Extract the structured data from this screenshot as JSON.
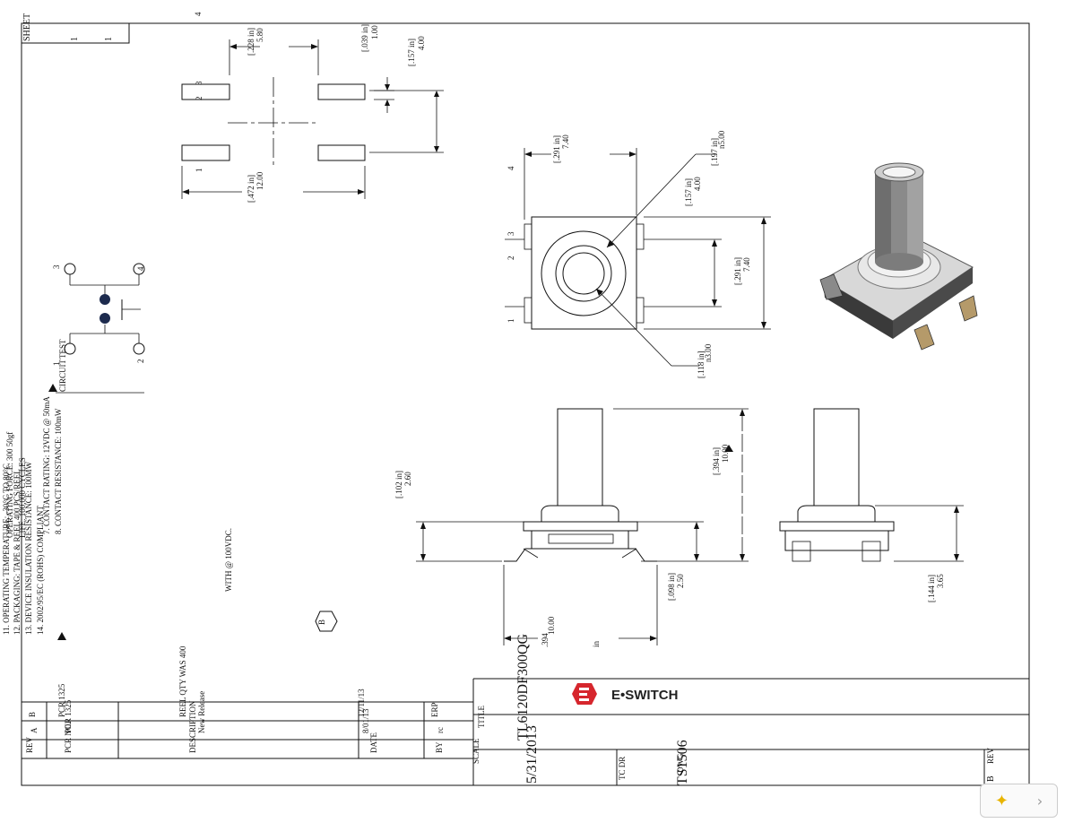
{
  "sheet": {
    "sheet_label": "SHEET",
    "sheet_num": "1",
    "sheet_of": "1",
    "corner_mark": "4"
  },
  "pcb_layout": {
    "pad_labels": [
      "3",
      "2",
      "1"
    ],
    "dim_width_in": "[.228 in]",
    "dim_width_mm": "5.80",
    "dim_gap_in": "[.039 in]",
    "dim_gap_mm": "1.00",
    "dim_height_in": "[.157 in]",
    "dim_height_mm": "4.00",
    "dim_total_in": "[.472 in]",
    "dim_total_mm": "12.00"
  },
  "top_view": {
    "pin_labels": [
      "4",
      "3",
      "2",
      "1"
    ],
    "dim_body_in": "[.291 in]",
    "dim_body_mm": "7.40",
    "dim_pin_in": "[.157 in]",
    "dim_pin_mm": "4.00",
    "dim_outer_in": "[.197 in]",
    "dim_outer_mm": "n5.00",
    "dim_side_in": "[.291 in]",
    "dim_side_mm": "7.40",
    "dim_inner_in": "[.118 in]",
    "dim_inner_mm": "n3.00"
  },
  "side_view": {
    "dim_total_in": "[.394 in]",
    "dim_total_mm": "10.00",
    "dim_cap_in": "[.102 in]",
    "dim_cap_mm": "2.60",
    "dim_body_in": "[.098 in]",
    "dim_body_mm": "2.50",
    "dim_width_mm": "10.00",
    "dim_width_in": ".394",
    "dim_width_unit": "in",
    "dim_right_in": "[.144 in]",
    "dim_right_mm": "3.65"
  },
  "circuit": {
    "label": "CIRCUIT",
    "label2": "TEST",
    "pin_labels": [
      "3",
      "4",
      "1",
      "2"
    ]
  },
  "notes": [
    "8. CONTACT RESISTANCE: 100mW",
    "7. CONTACT RATING: 12VDC @ 50mA",
    "11. OPERATING TEMPERATURE: -30°C TO 80°C",
    "12. PACKAGING: TAPE & REEL 400 PCS/REEL",
    "13. DEVICE INSULATION RESISTANCE: 100MW",
    "14. 2002/95/EC (ROHS) COMPLIANT",
    "OPERATING FORCE: 300 50gf",
    "LIFE: 100,000 CYCLES",
    "WITH @ 100VDC."
  ],
  "revision_table": {
    "headers": [
      "REV",
      "PCR NO.",
      "DESCRIPTION",
      "DATE",
      "BY"
    ],
    "rows": [
      {
        "rev": "A",
        "pcr": "PCR 1325",
        "desc": "New Release",
        "date": "8/01/13",
        "by": "rc"
      },
      {
        "rev": "B",
        "pcr": "PCR 1325",
        "desc": "REEL QTY WAS 400",
        "date": "12/11/13",
        "by": "ERP"
      }
    ]
  },
  "title_block": {
    "logo_text": "E•SWITCH",
    "title_label": "TITLE",
    "part_number": "TL6120DF300QG",
    "scale_label": "SCALE",
    "date_value": "5/31/2013",
    "drawn_label": "TC DR",
    "dwg_label": "DWG",
    "dwg_number": "TS1506",
    "rev_label": "REV",
    "rev_value": "B"
  },
  "marker_b": "B"
}
